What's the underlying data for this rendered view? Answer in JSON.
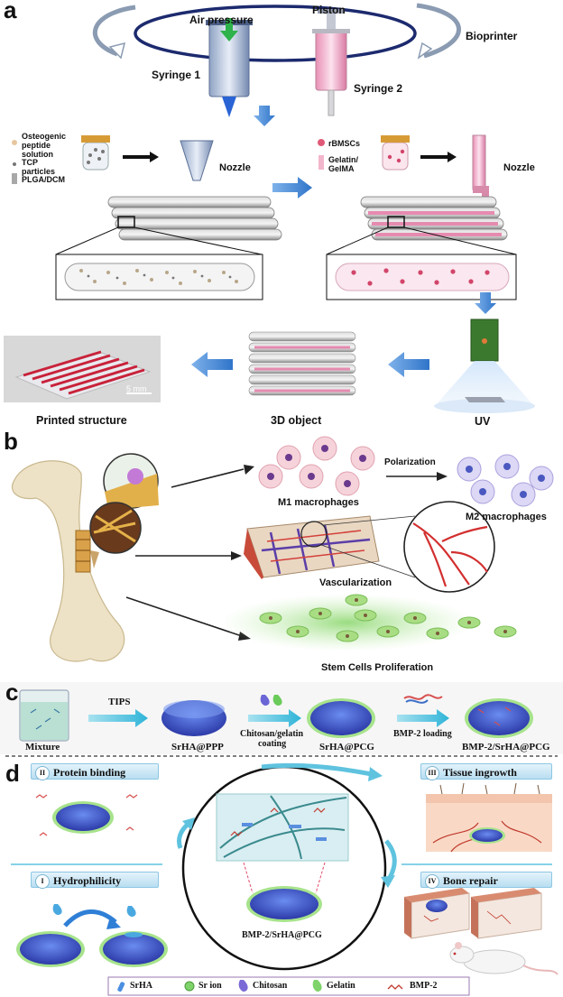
{
  "panel_a": {
    "letter": "a",
    "air_pressure": "Air pressure",
    "piston": "Piston",
    "bioprinter": "Bioprinter",
    "syringe1": "Syringe 1",
    "syringe2": "Syringe 2",
    "legend_left": [
      "Osteogenic peptide solution",
      "TCP particles",
      "PLGA/DCM"
    ],
    "legend_right": [
      "rBMSCs",
      "Gelatin/ GelMA"
    ],
    "nozzle": "Nozzle",
    "scale": "5 mm",
    "printed_structure": "Printed structure",
    "object_3d": "3D object",
    "uv": "UV"
  },
  "panel_b": {
    "letter": "b",
    "m1": "M1 macrophages",
    "polarization": "Polarization",
    "m2": "M2 macrophages",
    "vascularization": "Vascularization",
    "stem_cells": "Stem Cells Proliferation"
  },
  "panel_c": {
    "letter": "c",
    "mixture": "Mixture",
    "tips": "TIPS",
    "srha_ppp": "SrHA@PPP",
    "coating_line1": "Chitosan/gelatin",
    "coating_line2": "coating",
    "srha_pcg": "SrHA@PCG",
    "bmp_loading": "BMP-2 loading",
    "bmp_srha_pcg": "BMP-2/SrHA@PCG"
  },
  "panel_d": {
    "letter": "d",
    "step2_num": "II",
    "step2": "Protein binding",
    "step3_num": "III",
    "step3": "Tissue ingrowth",
    "step1_num": "I",
    "step1": "Hydrophilicity",
    "step4_num": "IV",
    "step4": "Bone repair",
    "center_label": "BMP-2/SrHA@PCG",
    "legend": [
      "SrHA",
      "Sr ion",
      "Chitosan",
      "Gelatin",
      "BMP-2"
    ]
  },
  "colors": {
    "arrow_blue": "#2f74c9",
    "scaffold_blue": "#3a4fc0",
    "gelatin_green": "#7fd36a",
    "pink": "#f2a9c6",
    "tag_blue": "#b8def1"
  }
}
